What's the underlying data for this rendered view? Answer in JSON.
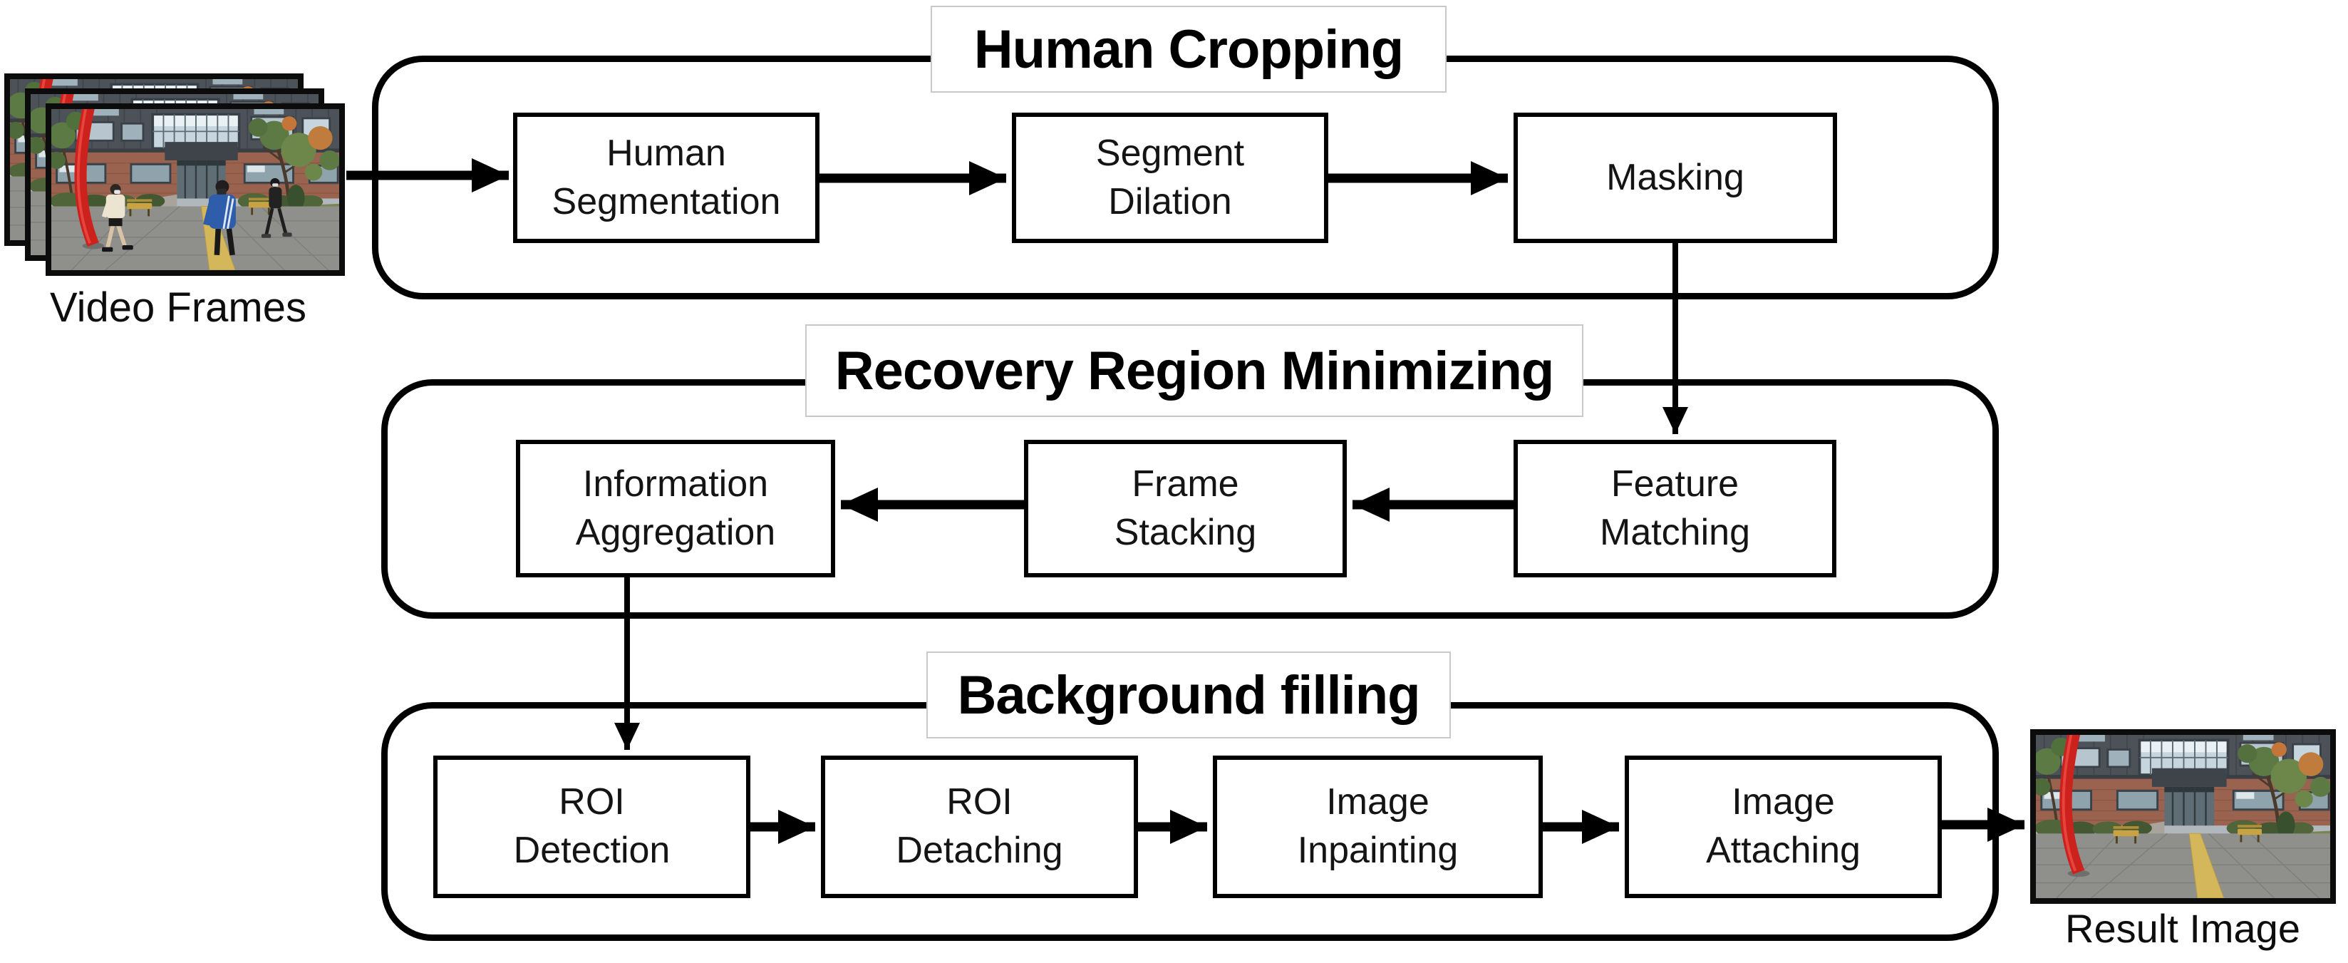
{
  "labels": {
    "input": "Video Frames",
    "output": "Result Image"
  },
  "stages": [
    {
      "title": "Human Cropping",
      "boxes": [
        {
          "label": "Human\nSegmentation"
        },
        {
          "label": "Segment\nDilation"
        },
        {
          "label": "Masking"
        }
      ]
    },
    {
      "title": "Recovery Region Minimizing",
      "flow": "right-to-left",
      "boxes": [
        {
          "label": "Feature\nMatching"
        },
        {
          "label": "Frame\nStacking"
        },
        {
          "label": "Information\nAggregation"
        }
      ]
    },
    {
      "title": "Background filling",
      "boxes": [
        {
          "label": "ROI\nDetection"
        },
        {
          "label": "ROI\nDetaching"
        },
        {
          "label": "Image\nInpainting"
        },
        {
          "label": "Image\nAttaching"
        }
      ]
    }
  ],
  "connections": [
    "Video Frames → Human Segmentation",
    "Human Segmentation → Segment Dilation",
    "Segment Dilation → Masking",
    "Masking → Feature Matching",
    "Feature Matching → Frame Stacking",
    "Frame Stacking → Information Aggregation",
    "Information Aggregation → ROI Detection",
    "ROI Detection → ROI Detaching",
    "ROI Detaching → Image Inpainting",
    "Image Inpainting → Image Attaching",
    "Image Attaching → Result Image"
  ],
  "colors": {
    "line": "#000000",
    "box_background": "#ffffff",
    "title_border": "#c9c9c9",
    "photo_red_sculpture": "#cb221e",
    "photo_building": "#495058",
    "photo_brick": "#99634f",
    "photo_path_yellow": "#d4b75a"
  }
}
